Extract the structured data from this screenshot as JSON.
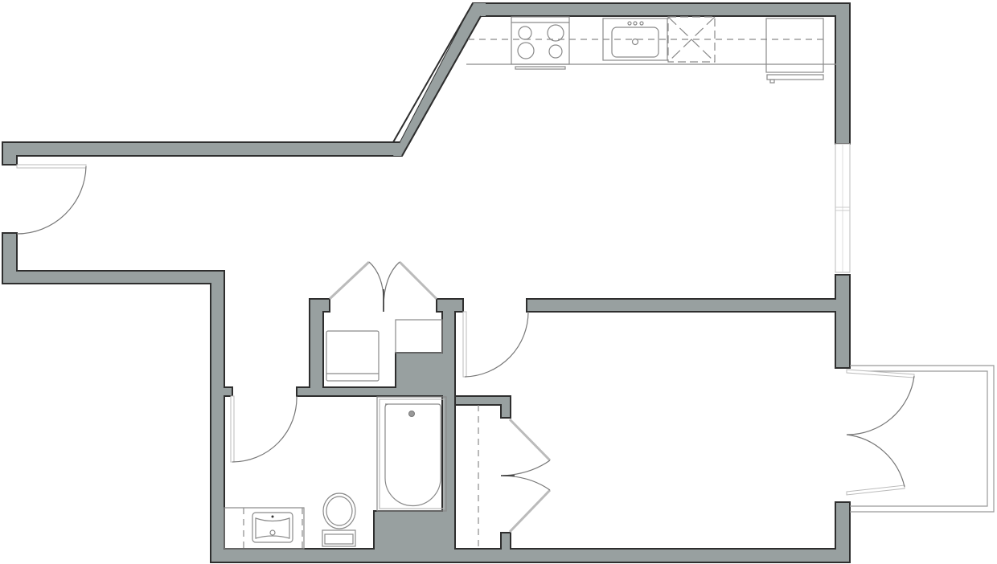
{
  "plan": {
    "colors": {
      "wall_fill": "#98a0a0",
      "wall_outline": "#2e2e2e",
      "fixture_line": "#8a8a8a",
      "background": "#ffffff"
    },
    "rooms": [
      "living-kitchen",
      "entry-corridor",
      "laundry-closet",
      "bathroom",
      "bedroom",
      "bedroom-closet",
      "balcony"
    ]
  }
}
